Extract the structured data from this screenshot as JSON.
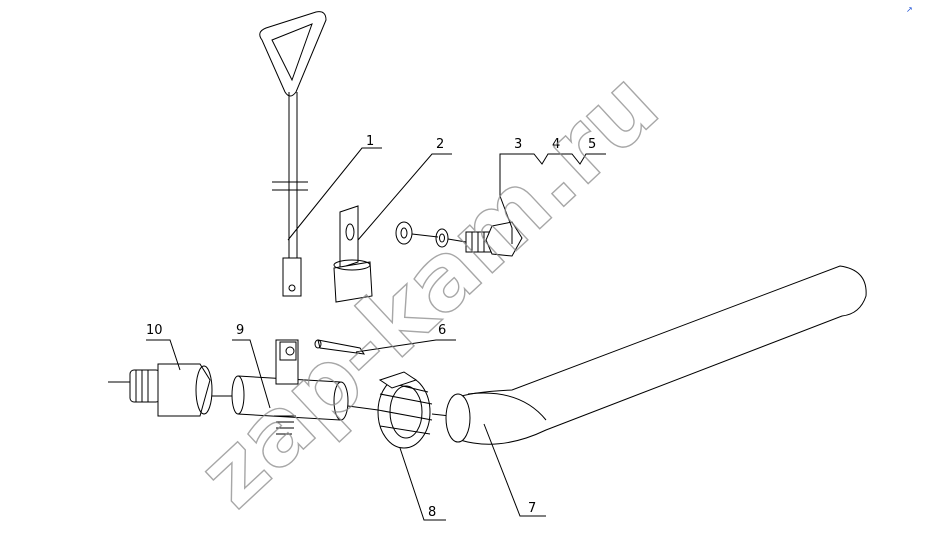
{
  "diagram": {
    "callouts": [
      "1",
      "2",
      "3",
      "4",
      "5",
      "6",
      "7",
      "8",
      "9",
      "10"
    ],
    "corner_mark": "↗"
  },
  "watermark": {
    "text": "zap-kam.ru",
    "color": "#8a8a8a"
  }
}
